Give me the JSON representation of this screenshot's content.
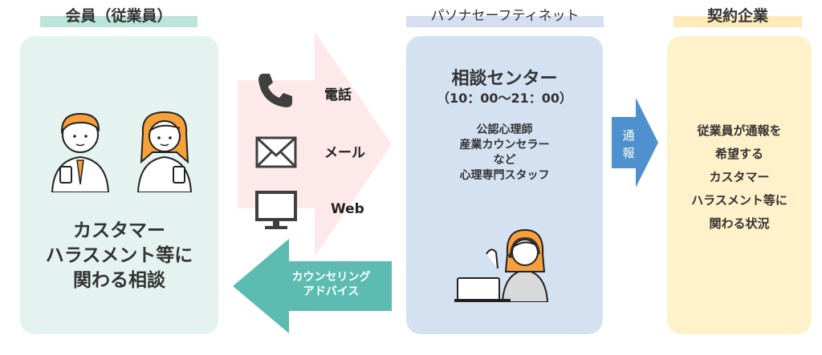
{
  "headers": {
    "member": "会員（従業員）",
    "provider": "パソナセーフティネット",
    "company": "契約企業"
  },
  "member_panel": {
    "lines": [
      "カスタマー",
      "ハラスメント等に",
      "関わる相談"
    ]
  },
  "channels": [
    {
      "label": "電話",
      "icon": "phone-icon"
    },
    {
      "label": "メール",
      "icon": "mail-icon"
    },
    {
      "label": "Web",
      "icon": "monitor-icon"
    }
  ],
  "return_arrow": {
    "lines": [
      "カウンセリング",
      "アドバイス"
    ]
  },
  "center_panel": {
    "title": "相談センター",
    "hours": "（10：00〜21：00）",
    "staff": [
      "公認心理師",
      "産業カウンセラー",
      "など",
      "心理専門スタッフ"
    ]
  },
  "report_arrow": {
    "lines": [
      "通",
      "報"
    ]
  },
  "company_panel": {
    "lines": [
      "従業員が通報を",
      "希望する",
      "カスタマー",
      "ハラスメント等に",
      "関わる状況"
    ]
  },
  "colors": {
    "member_bg": "#e5f3f0",
    "member_hdr": "#bde4da",
    "provider_bg": "#d4e1f1",
    "provider_hdr": "#d6dff0",
    "company_bg": "#fff1c9",
    "company_hdr": "#fcebb8",
    "pink_arrow": "#fde9ea",
    "teal_arrow": "#5cbcb2",
    "blue_arrow": "#4f91cf"
  }
}
